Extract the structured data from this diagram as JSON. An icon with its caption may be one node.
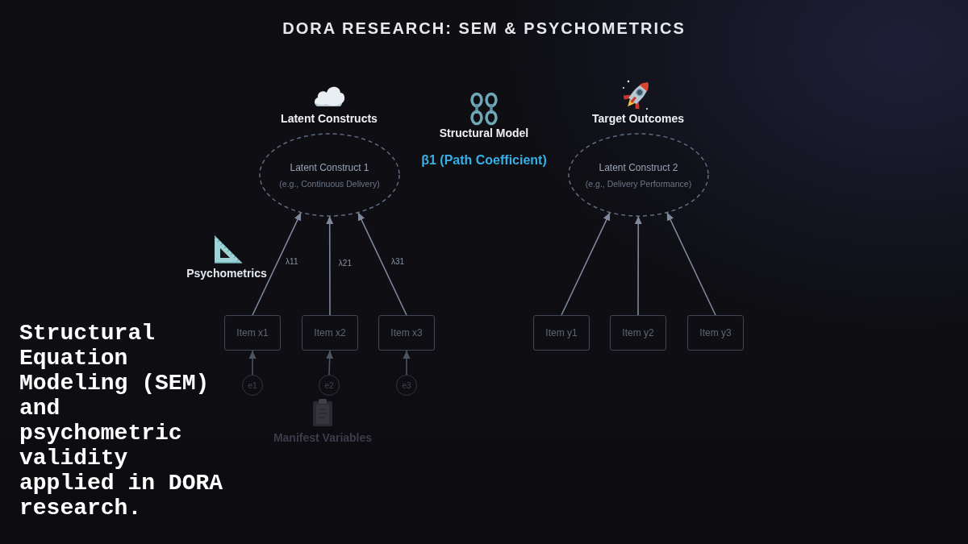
{
  "diagram": {
    "title": "DORA RESEARCH: SEM & PSYCHOMETRICS",
    "caption": "Structural Equation Modeling (SEM) and psychometric validity applied in DORA research.",
    "nodes": [
      {
        "text": [
          "Latent Construct 1",
          "(e.g., Continuous Delivery)"
        ]
      },
      {
        "text": [
          "Latent Construct 2",
          "(e.g., Delivery Performance)"
        ]
      },
      {
        "text": [
          "Item x1"
        ]
      },
      {
        "text": [
          "Item x2"
        ]
      },
      {
        "text": [
          "Item x3"
        ]
      },
      {
        "text": [
          "Item y1"
        ]
      },
      {
        "text": [
          "Item y2"
        ]
      },
      {
        "text": [
          "Item y3"
        ]
      },
      {
        "text": [
          "e1"
        ]
      },
      {
        "text": [
          "e2"
        ]
      },
      {
        "text": [
          "e3"
        ]
      }
    ],
    "edges": [
      {
        "from": 2,
        "to": 0,
        "arrow": "to",
        "label": "λ11"
      },
      {
        "from": 3,
        "to": 0,
        "arrow": "to",
        "label": "λ21"
      },
      {
        "from": 4,
        "to": 0,
        "arrow": "to",
        "label": "λ31"
      },
      {
        "from": 5,
        "to": 1,
        "arrow": "to"
      },
      {
        "from": 6,
        "to": 1,
        "arrow": "to"
      },
      {
        "from": 7,
        "to": 1,
        "arrow": "to"
      },
      {
        "from": 8,
        "to": 2,
        "arrow": "to",
        "color": "#4b5563"
      },
      {
        "from": 9,
        "to": 3,
        "arrow": "to",
        "color": "#4b5563"
      },
      {
        "from": 10,
        "to": 4,
        "arrow": "to",
        "color": "#4b5563"
      }
    ],
    "labels": [
      "Latent Constructs",
      "Target Outcomes",
      "Structural Model",
      "β1 (Path Coefficient)",
      "Psychometrics",
      "Manifest Variables"
    ]
  }
}
